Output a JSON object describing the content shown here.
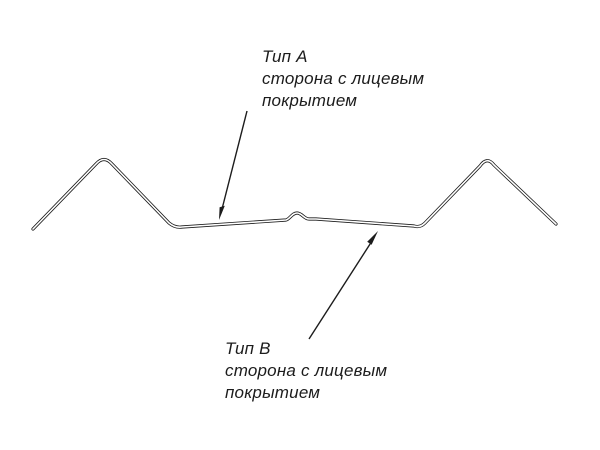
{
  "labels": {
    "a": {
      "title": "Тип А",
      "line1": "сторона с лицевым",
      "line2": "покрытием"
    },
    "b": {
      "title": "Тип В",
      "line1": "сторона с лицевым",
      "line2": "покрытием"
    }
  },
  "colors": {
    "stroke": "#1c1c1c",
    "background": "#ffffff"
  }
}
